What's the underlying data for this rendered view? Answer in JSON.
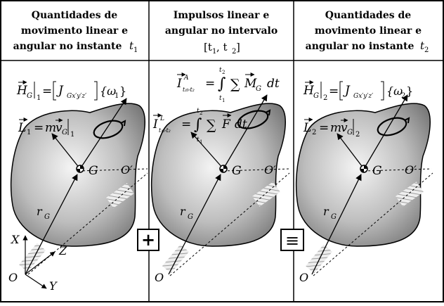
{
  "headers": {
    "left": [
      "Quantidades de",
      "movimento linear e",
      "angular no instante",
      "t",
      "1"
    ],
    "middle": [
      "Impulsos linear e",
      "angular no intervalo",
      "[t",
      "1",
      ", t",
      "2",
      "]"
    ],
    "right": [
      "Quantidades de",
      "movimento linear e",
      "angular no instante",
      "t",
      "2"
    ]
  },
  "symbols": {
    "plus": "+",
    "equals": "≡"
  },
  "labels": {
    "G": "G",
    "Oprime": "O′",
    "O": "O",
    "X": "X",
    "Y": "Y",
    "Z": "Z",
    "r": "r",
    "rsub": "G",
    "equal": "=",
    "sum": "∑",
    "int": "∫",
    "dt": "dt",
    "m": "m",
    "v": "v",
    "vsub": "G",
    "H": "H",
    "L": "L",
    "I": "I",
    "J": "J",
    "Jsub": "Gx′y′z′",
    "omega1": "{ω",
    "omega_sub1": "1",
    "omega2": "{ω",
    "omega_sub2": "2",
    "close_brace": "}",
    "Msub": "G",
    "M": "M",
    "F": "F",
    "t1": "t",
    "t1sub": "1",
    "t2": "t",
    "t2sub": "2",
    "Isup_A": "A",
    "Isup_L": "L",
    "Isub": "t₁▹t₂",
    "bar1": "1",
    "bar2": "2",
    "HsubG": "G",
    "Lsub1": "1",
    "Lsub2": "2"
  }
}
